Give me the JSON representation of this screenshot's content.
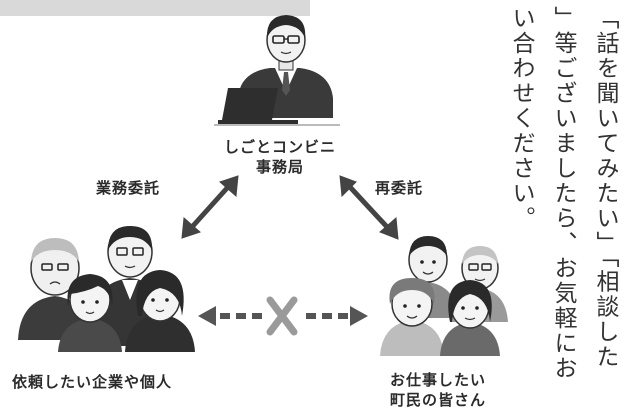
{
  "diagram": {
    "hub_label_1": "しごとコンビニ",
    "hub_label_2": "事務局",
    "edge_left_label": "業務委託",
    "edge_right_label": "再委託",
    "bottom_left_label": "依頼したい企業や個人",
    "bottom_right_label_1": "お仕事したい",
    "bottom_right_label_2": "町民の皆さん"
  },
  "text_columns": [
    "「話を聞いてみたい」「相談した",
    "」等ございましたら、お気軽にお",
    "い合わせください。"
  ]
}
